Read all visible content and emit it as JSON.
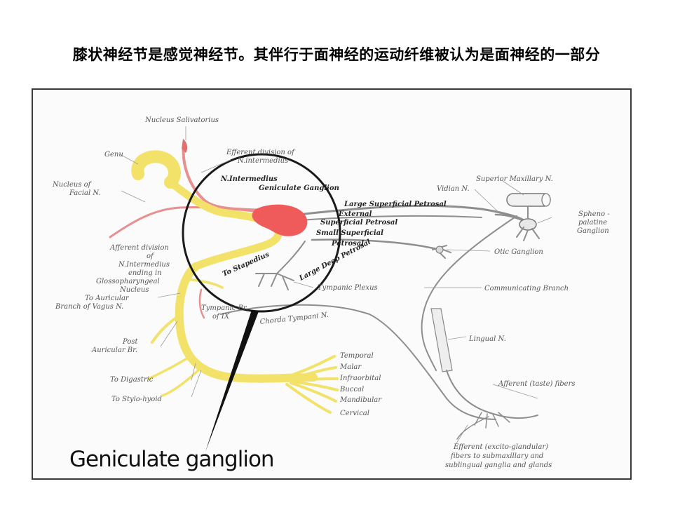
{
  "slide": {
    "title": "膝状神经节是感觉神经节。其伴行于面神经的运动纤维被认为是面神经的一部分"
  },
  "diagram": {
    "caption": "Geniculate ganglion",
    "colors": {
      "facial_nerve": "#f3e26a",
      "intermedius": "#e88f8f",
      "ganglion": "#ee5555",
      "other_nerves": "#8e8e8e"
    },
    "labels": {
      "nucleus_salivatorius": "Nucleus Salivatorius",
      "genu": "Genu",
      "efferent_division_1": "Efferent division of",
      "efferent_division_2": "N.intermedius",
      "nucleus_facial_1": "Nucleus of",
      "nucleus_facial_2": "Facial N.",
      "n_intermedius": "N.Intermedius",
      "geniculate_ganglion": "Geniculate Ganglion",
      "large_sup_petrosal": "Large Superficial Petrosal",
      "external_sup_petrosal_1": "External",
      "external_sup_petrosal_2": "Superficial Petrosal",
      "small_sup_petrosal_1": "Small Superficial",
      "small_sup_petrosal_2": "Petrosal",
      "large_deep_petrosal": "Large Deep Petrosal",
      "to_stapedius": "To Stapedius",
      "superior_maxillary": "Superior Maxillary N.",
      "vidian": "Vidian N.",
      "spheno_1": "Spheno -",
      "spheno_2": "palatine",
      "spheno_3": "Ganglion",
      "otic_ganglion": "Otic Ganglion",
      "afferent_division_1": "Afferent division",
      "afferent_division_2": "of",
      "afferent_division_3": "N.Intermedius",
      "afferent_division_4": "ending in",
      "afferent_division_5": "Glossopharyngeal",
      "afferent_division_6": "Nucleus",
      "tympanic_plexus": "Tympanic Plexus",
      "communicating_branch": "Communicating Branch",
      "to_auricular_1": "To Auricular",
      "to_auricular_2": "Branch of Vagus N.",
      "tympanic_br_1": "Tympanic Br.",
      "tympanic_br_2": "of IX",
      "chorda_tympani": "Chorda Tympani N.",
      "lingual": "Lingual N.",
      "post_auricular_1": "Post",
      "post_auricular_2": "Auricular Br.",
      "temporal": "Temporal",
      "malar": "Malar",
      "infraorbital": "Infraorbital",
      "buccal": "Buccal",
      "mandibular": "Mandibular",
      "cervical": "Cervical",
      "to_digastric": "To Digastric",
      "to_stylohyoid": "To Stylo-hyoid",
      "afferent_taste": "Afferent (taste) fibers",
      "efferent_glandular_1": "Efferent (excito-glandular)",
      "efferent_glandular_2": "fibers to submaxillary and",
      "efferent_glandular_3": "sublingual ganglia and glands"
    }
  }
}
